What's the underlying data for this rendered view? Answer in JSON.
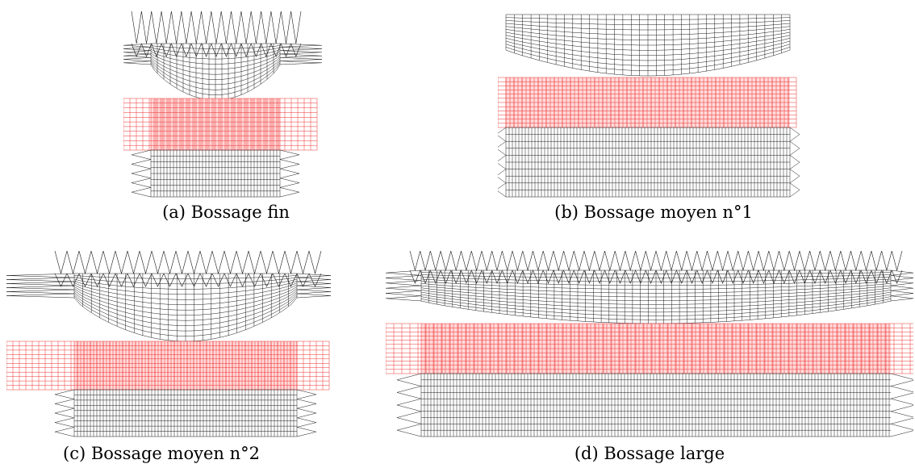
{
  "figure": {
    "panels": [
      {
        "id": "a",
        "caption": "(a) Bossage fin"
      },
      {
        "id": "b",
        "caption": "(b) Bossage moyen n°1"
      },
      {
        "id": "c",
        "caption": "(c) Bossage moyen n°2"
      },
      {
        "id": "d",
        "caption": "(d) Bossage large"
      }
    ]
  },
  "colors": {
    "mesh_dark": "#1a1a1a",
    "mesh_red": "#ee3030"
  }
}
